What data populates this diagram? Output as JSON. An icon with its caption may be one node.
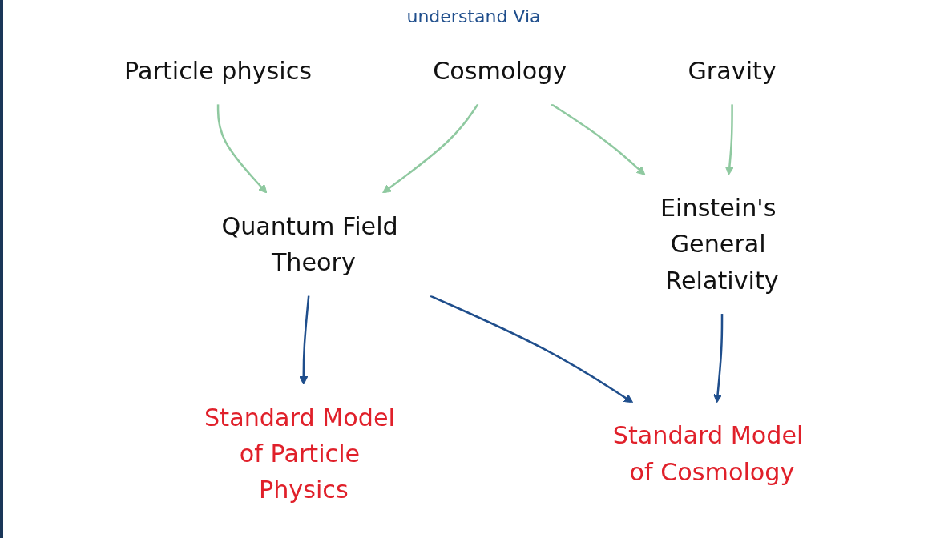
{
  "diagram": {
    "nodes": [
      {
        "text": [
          "Particle physics"
        ]
      },
      {
        "text": [
          "Cosmology"
        ]
      },
      {
        "text": [
          "Gravity"
        ]
      },
      {
        "text": [
          "Quantum Field Theory"
        ]
      },
      {
        "text": [
          "Einstein's General Relativity"
        ]
      },
      {
        "text": [
          "Standard Model of Particle Physics"
        ]
      },
      {
        "text": [
          "Standard Model of Cosmology"
        ]
      }
    ],
    "edges": [
      {
        "from": 0,
        "to": 3,
        "arrow": "to",
        "color": "#8fc9a0"
      },
      {
        "from": 1,
        "to": 3,
        "arrow": "to",
        "color": "#8fc9a0"
      },
      {
        "from": 1,
        "to": 4,
        "arrow": "to",
        "color": "#8fc9a0"
      },
      {
        "from": 2,
        "to": 4,
        "arrow": "to",
        "color": "#8fc9a0"
      },
      {
        "from": 3,
        "to": 5,
        "arrow": "to",
        "color": "#1f4e8c"
      },
      {
        "from": 3,
        "to": 6,
        "arrow": "to",
        "color": "#1f4e8c"
      },
      {
        "from": 4,
        "to": 6,
        "arrow": "to",
        "color": "#1f4e8c"
      }
    ],
    "labels": [
      "understand Via"
    ]
  }
}
